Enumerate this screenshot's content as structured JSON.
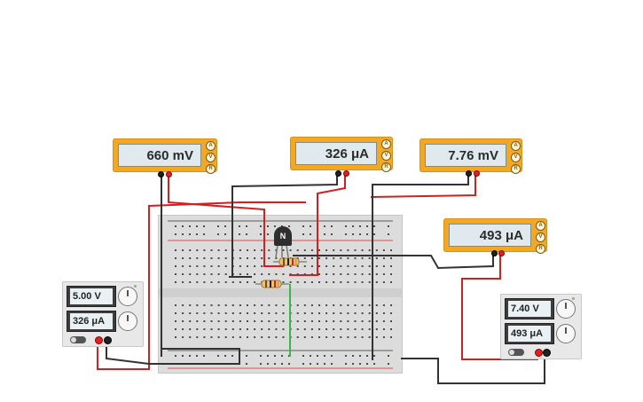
{
  "multimeters": [
    {
      "id": "mm1",
      "reading": "660 mV",
      "knobs": [
        "A",
        "V",
        "R"
      ]
    },
    {
      "id": "mm2",
      "reading": "326 μA",
      "knobs": [
        "A",
        "V",
        "R"
      ]
    },
    {
      "id": "mm3",
      "reading": "7.76 mV",
      "knobs": [
        "A",
        "V",
        "R"
      ]
    },
    {
      "id": "mm4",
      "reading": "493 μA",
      "knobs": [
        "A",
        "V",
        "R"
      ]
    }
  ],
  "power_supplies": [
    {
      "id": "psu-left",
      "voltage": "5.00 V",
      "current": "326 μA"
    },
    {
      "id": "psu-right",
      "voltage": "7.40 V",
      "current": "493 μA"
    }
  ],
  "transistor": {
    "label": "N"
  },
  "colors": {
    "wire_red": "#d21f1f",
    "wire_black": "#333333",
    "wire_green": "#3cb44b",
    "multimeter_body": "#f3a823",
    "breadboard": "#dcdcdc"
  }
}
